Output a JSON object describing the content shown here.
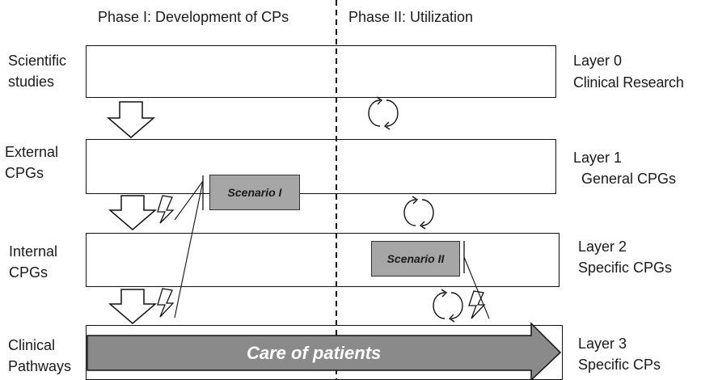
{
  "phases": {
    "phase1": "Phase I: Development of CPs",
    "phase2": "Phase II: Utilization"
  },
  "left_labels": [
    {
      "line1": "Scientific",
      "line2": "studies"
    },
    {
      "line1": "External",
      "line2": "CPGs"
    },
    {
      "line1": "Internal",
      "line2": "CPGs"
    },
    {
      "line1": "Clinical",
      "line2": "Pathways"
    }
  ],
  "layers": [
    {
      "line1": "Layer 0",
      "line2": "Clinical Research"
    },
    {
      "line1": "Layer 1",
      "line2": "General CPGs"
    },
    {
      "line1": "Layer 2",
      "line2": "Specific CPGs"
    },
    {
      "line1": "Layer 3",
      "line2": "Specific CPs"
    }
  ],
  "scenarios": {
    "scenario1": "Scenario I",
    "scenario2": "Scenario II"
  },
  "care": "Care of patients",
  "colors": {
    "care_arrow": "#8a8a8a",
    "scenario_box": "#a6a6a6",
    "line": "#111111"
  }
}
